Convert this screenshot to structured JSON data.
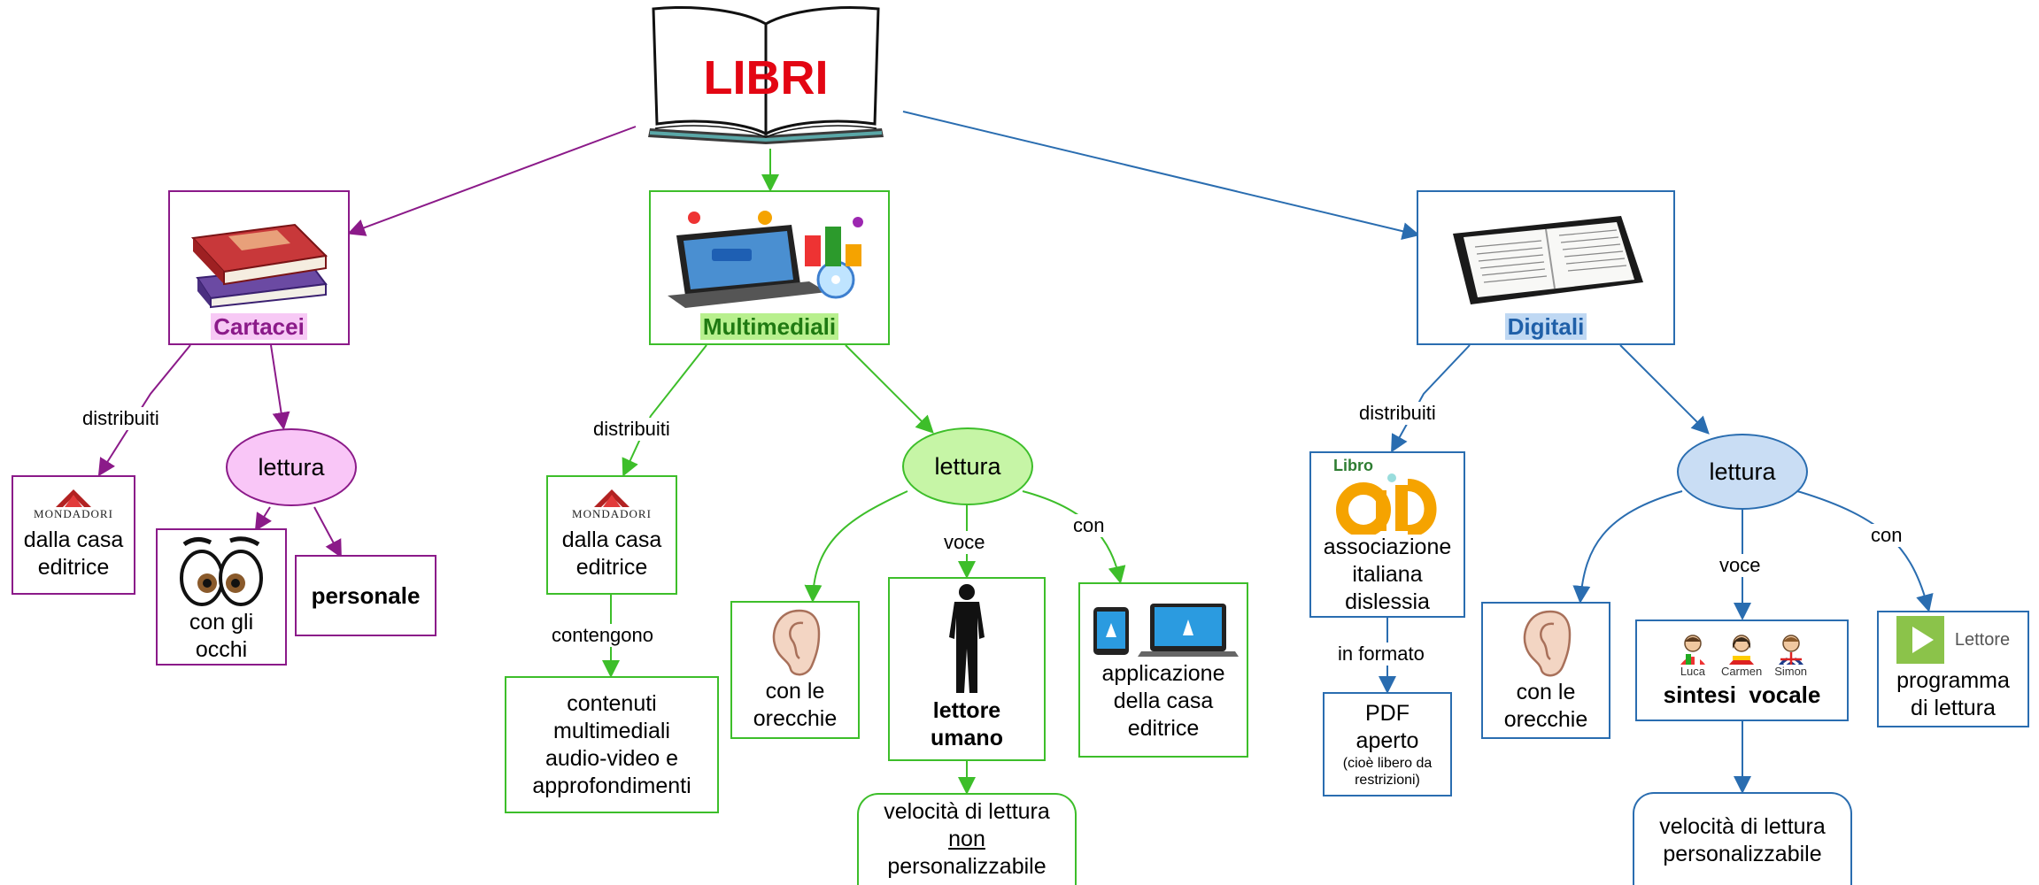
{
  "title": "LIBRI",
  "categories": {
    "cartacei": "Cartacei",
    "multimediali": "Multimediali",
    "digitali": "Digitali"
  },
  "link_labels": {
    "distribuiti": "distribuiti",
    "contengono": "contengono",
    "voce": "voce",
    "con": "con",
    "in_formato": "in formato"
  },
  "lettura": "lettura",
  "mondadori_logo": "MONDADORI",
  "dalla_casa_editrice": [
    "dalla casa",
    "editrice"
  ],
  "con_gli_occhi": [
    "con gli",
    "occhi"
  ],
  "personale": "personale",
  "contenuti": [
    "contenuti",
    "multimediali",
    "audio-video e",
    "approfondimenti"
  ],
  "con_le_orecchie": [
    "con le",
    "orecchie"
  ],
  "lettore_umano": [
    "lettore",
    "umano"
  ],
  "applicazione": [
    "applicazione",
    "della casa",
    "editrice"
  ],
  "velocita_non": {
    "line1": "velocità di lettura",
    "non": "non",
    "line3": "personalizzabile"
  },
  "aid": {
    "logo_word": "Libro",
    "lines": [
      "associazione",
      "italiana",
      "dislessia"
    ]
  },
  "pdf": {
    "lines": [
      "PDF",
      "aperto"
    ],
    "note": "(cioè libero da restrizioni)"
  },
  "sintesi": {
    "voices": [
      "Luca",
      "Carmen",
      "Simon"
    ],
    "label": "sintesi  vocale"
  },
  "programma": {
    "logo_word": "Lettore",
    "lines": [
      "programma",
      "di lettura"
    ]
  },
  "velocita_pers": [
    "velocità di lettura",
    "personalizzabile"
  ],
  "colors": {
    "purple": "#8B1A89",
    "green": "#3DBE2A",
    "blue": "#2A6DB0",
    "title_red": "#E30613"
  }
}
